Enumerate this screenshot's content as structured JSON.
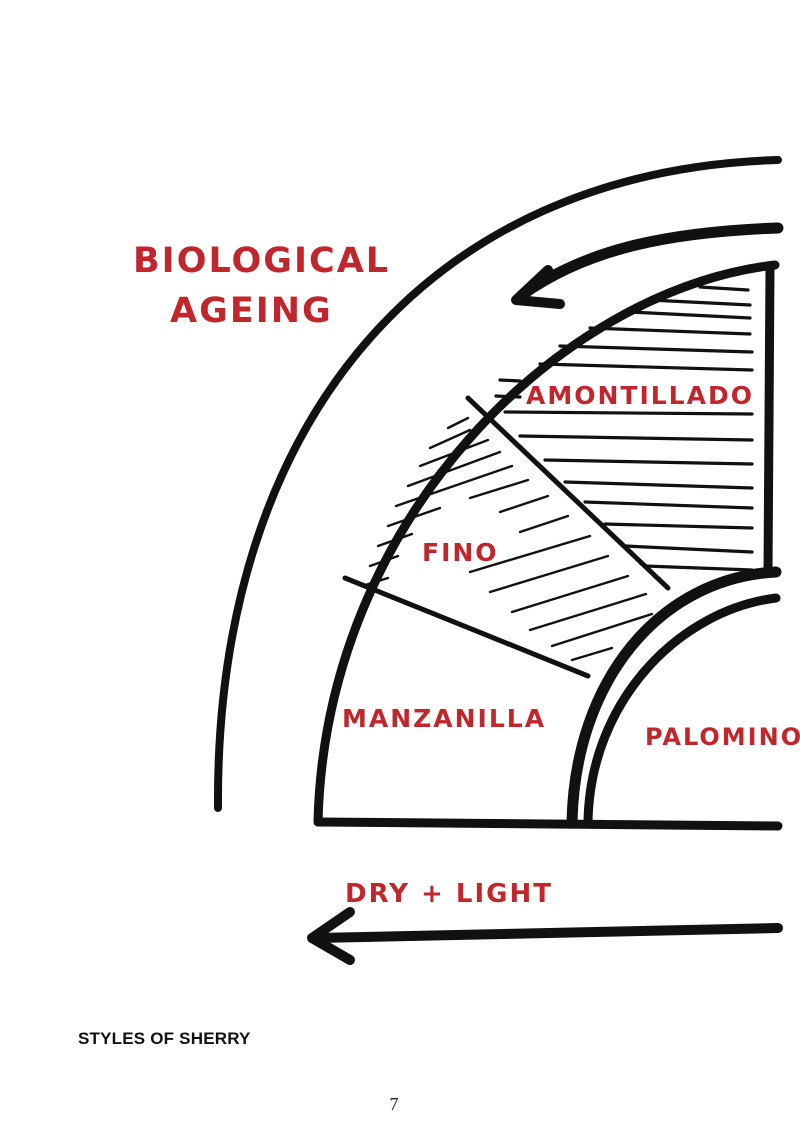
{
  "diagram": {
    "heading_lines": [
      "BIOLOGICAL",
      "AGEING"
    ],
    "segments": {
      "amontillado": "AMONTILLADO",
      "fino": "FINO",
      "manzanilla": "MANZANILLA",
      "palomino": "PALOMINO"
    },
    "arrow_label": "DRY + LIGHT"
  },
  "caption": "STYLES OF SHERRY",
  "page_number": "7",
  "colors": {
    "label_red": "#c0272d",
    "line_black": "#111111"
  },
  "icons": [
    "arrow-left-curved-icon",
    "arrow-left-straight-icon"
  ]
}
